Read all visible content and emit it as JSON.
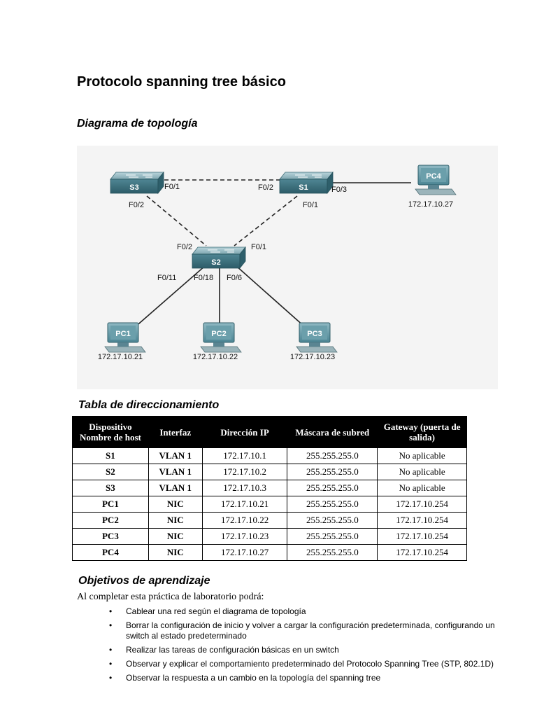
{
  "title": "Protocolo spanning tree básico",
  "topology": {
    "heading": "Diagrama de topología",
    "devices": {
      "s1": "S1",
      "s2": "S2",
      "s3": "S3",
      "pc1": "PC1",
      "pc2": "PC2",
      "pc3": "PC3",
      "pc4": "PC4"
    },
    "ips": {
      "pc1": "172.17.10.21",
      "pc2": "172.17.10.22",
      "pc3": "172.17.10.23",
      "pc4": "172.17.10.27"
    },
    "ports": {
      "s3_f01": "F0/1",
      "s3_f02": "F0/2",
      "s1_f02": "F0/2",
      "s1_f03": "F0/3",
      "s1_f01": "F0/1",
      "s2_f02": "F0/2",
      "s2_f01": "F0/1",
      "s2_f011": "F0/11",
      "s2_f018": "F0/18",
      "s2_f06": "F0/6"
    }
  },
  "addressing": {
    "heading": "Tabla de direccionamiento",
    "columns": [
      "Dispositivo Nombre de host",
      "Interfaz",
      "Dirección IP",
      "Máscara de subred",
      "Gateway (puerta de salida)"
    ],
    "rows": [
      [
        "S1",
        "VLAN 1",
        "172.17.10.1",
        "255.255.255.0",
        "No aplicable"
      ],
      [
        "S2",
        "VLAN 1",
        "172.17.10.2",
        "255.255.255.0",
        "No aplicable"
      ],
      [
        "S3",
        "VLAN 1",
        "172.17.10.3",
        "255.255.255.0",
        "No aplicable"
      ],
      [
        "PC1",
        "NIC",
        "172.17.10.21",
        "255.255.255.0",
        "172.17.10.254"
      ],
      [
        "PC2",
        "NIC",
        "172.17.10.22",
        "255.255.255.0",
        "172.17.10.254"
      ],
      [
        "PC3",
        "NIC",
        "172.17.10.23",
        "255.255.255.0",
        "172.17.10.254"
      ],
      [
        "PC4",
        "NIC",
        "172.17.10.27",
        "255.255.255.0",
        "172.17.10.254"
      ]
    ]
  },
  "objectives": {
    "heading": "Objetivos de aprendizaje",
    "intro": "Al completar esta práctica de laboratorio podrá:",
    "bullet": "•",
    "items": [
      "Cablear una red según el diagrama de topología",
      "Borrar la configuración de inicio y volver a cargar la configuración predeterminada, configurando un switch al estado predeterminado",
      "Realizar las tareas de configuración básicas en un switch",
      "Observar y explicar el comportamiento predeterminado del Protocolo Spanning Tree (STP, 802.1D)",
      "Observar la respuesta a un cambio en la topología del spanning tree"
    ]
  }
}
